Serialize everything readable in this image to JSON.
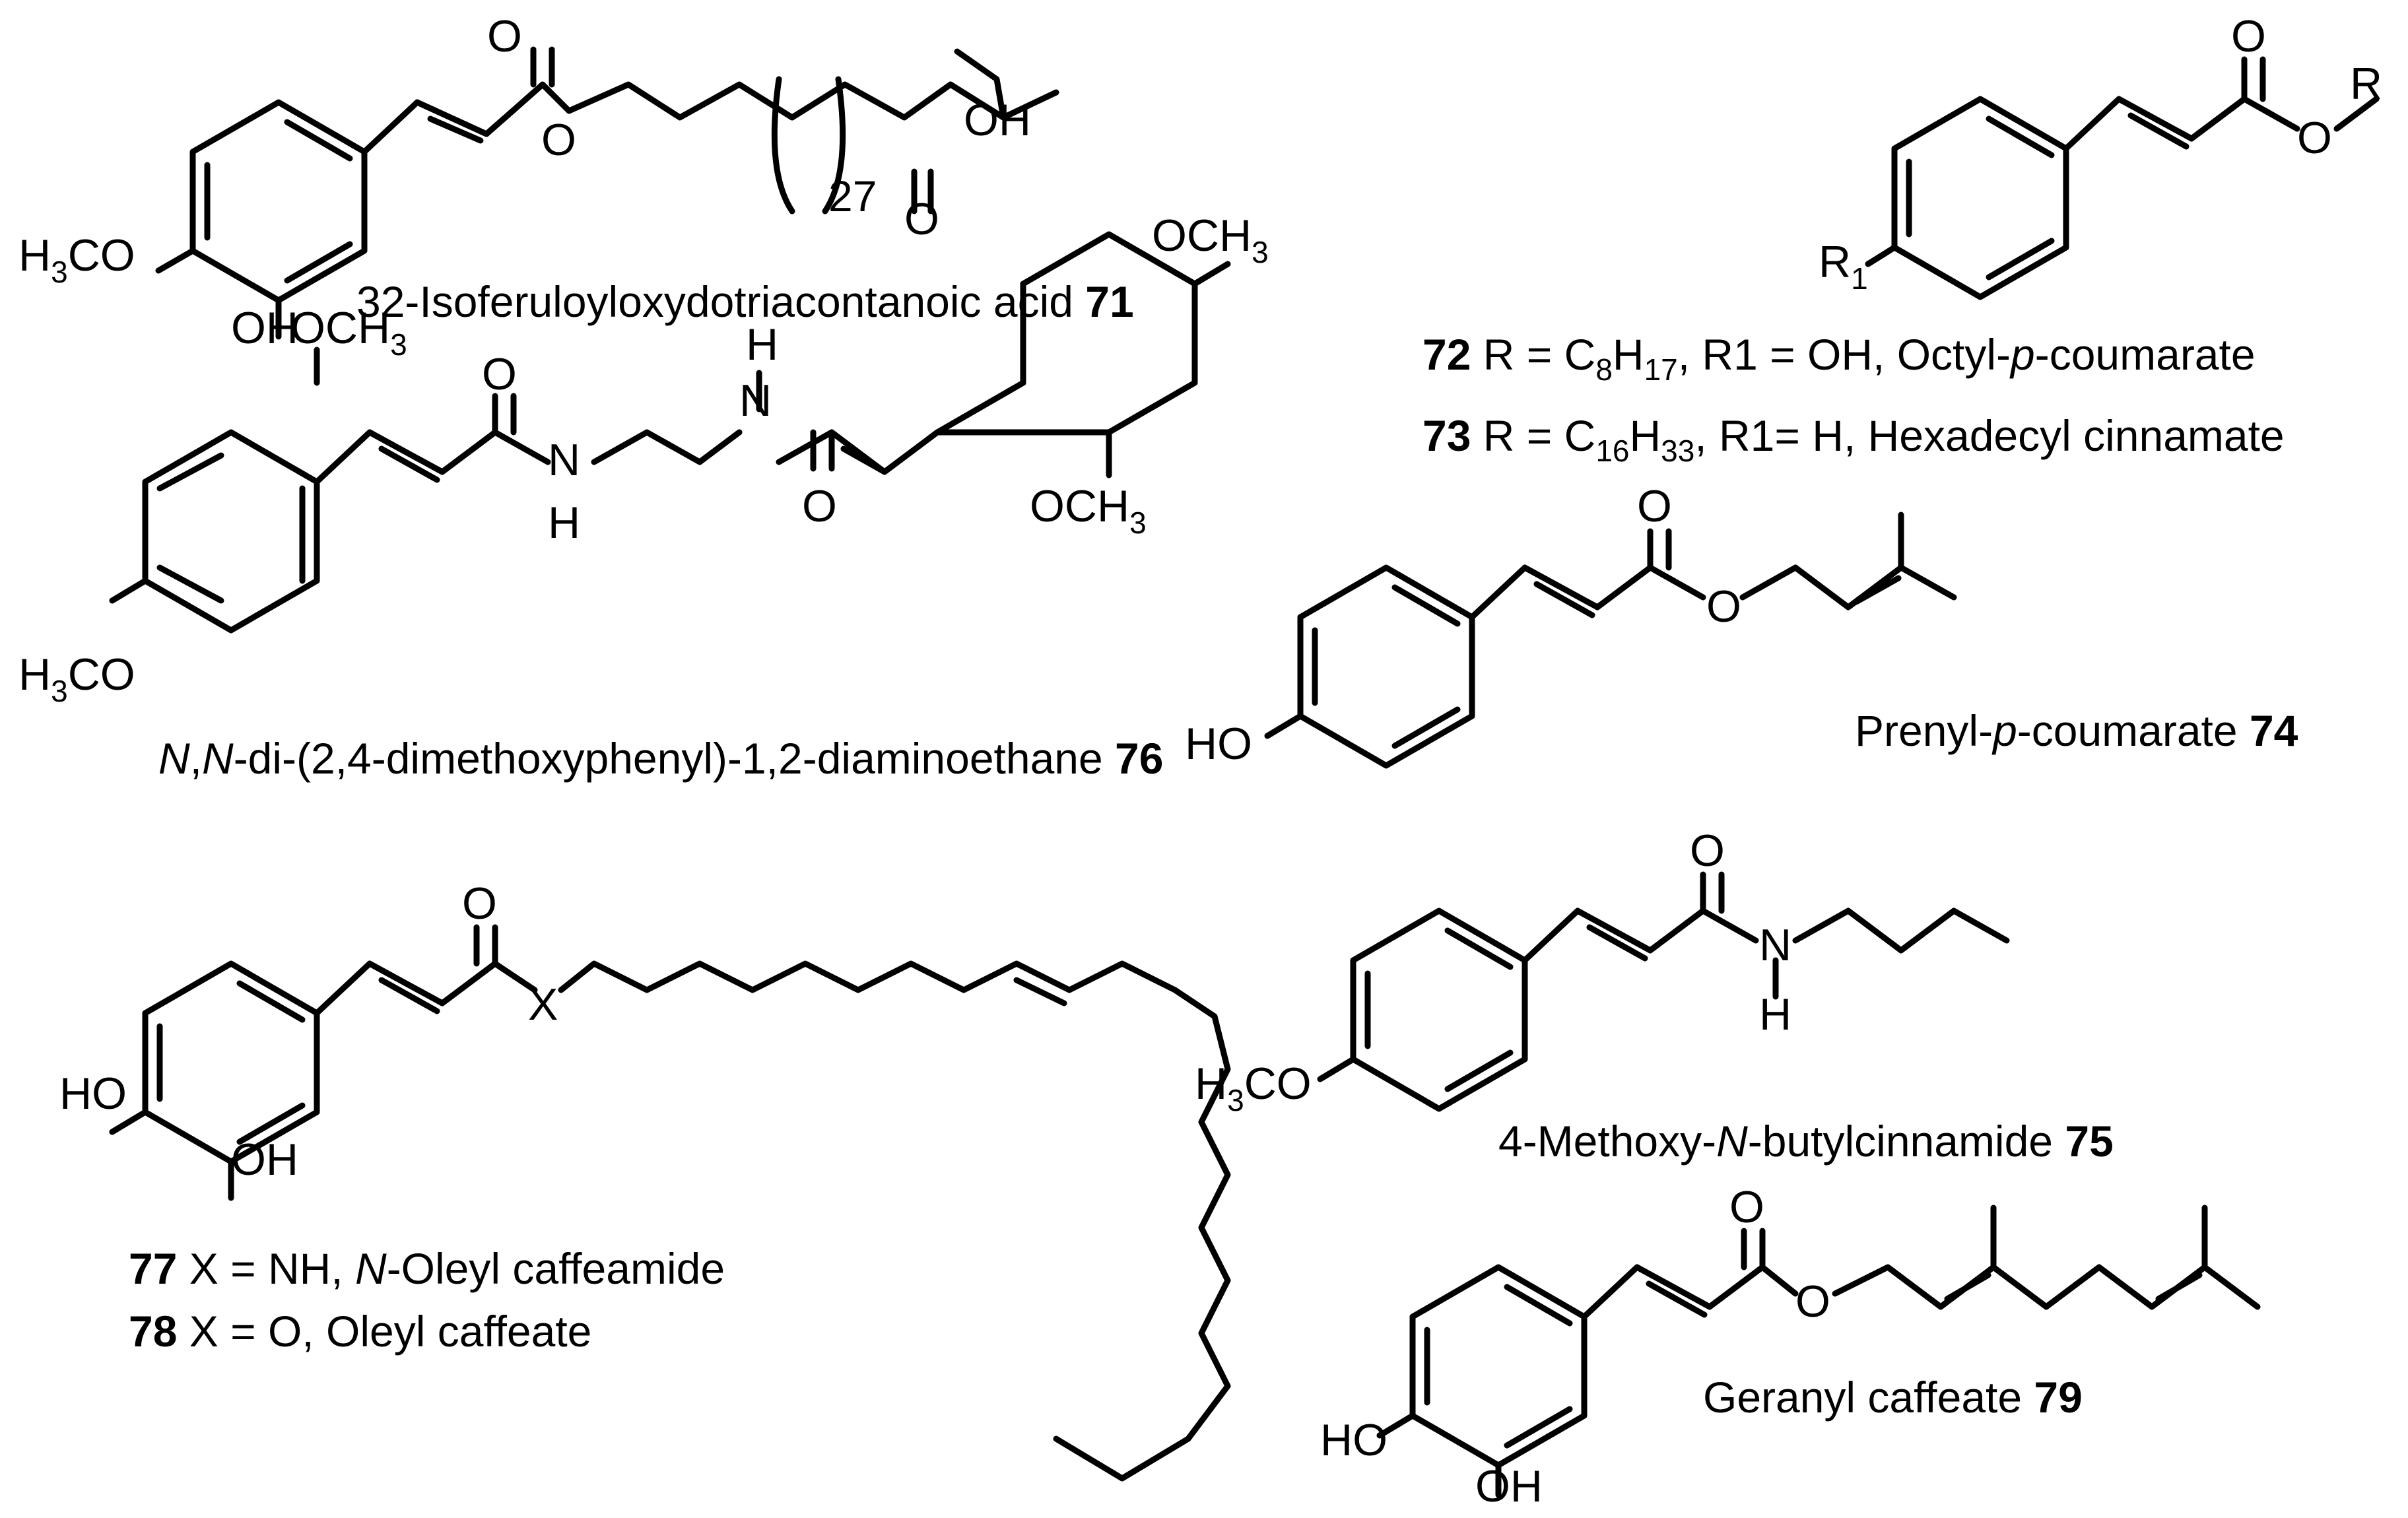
{
  "compounds": {
    "c71": {
      "number": "71",
      "name": "32-Isoferuloyloxydotriacontanoic acid",
      "repeat": "27"
    },
    "c72": {
      "number": "72",
      "r": "C",
      "r_sub1": "8",
      "r_h": "H",
      "r_sub2": "17",
      "r1": "OH",
      "name": "Octyl-",
      "name_italic": "p",
      "name_rest": "-coumarate"
    },
    "c73": {
      "number": "73",
      "r": "C",
      "r_sub1": "16",
      "r_h": "H",
      "r_sub2": "33",
      "r1": "H",
      "name": "Hexadecyl cinnamate"
    },
    "c74": {
      "prefix": "Prenyl-",
      "italic": "p",
      "rest": "-coumarate",
      "number": "74"
    },
    "c75": {
      "prefix": "4-Methoxy-",
      "italic": "N",
      "rest": "-butylcinnamide",
      "number": "75"
    },
    "c76": {
      "italic1": "N",
      "comma": ",",
      "italic2": "N",
      "rest": "-di-(2,4-dimethoxyphenyl)-1,2-diaminoethane",
      "number": "76"
    },
    "c77": {
      "number": "77",
      "x": "NH",
      "italic": "N",
      "name": "-Oleyl caffeamide"
    },
    "c78": {
      "number": "78",
      "x": "O",
      "name": "Oleyl caffeate"
    },
    "c79": {
      "name": "Geranyl caffeate",
      "number": "79"
    }
  },
  "atoms": {
    "O": "O",
    "OH": "OH",
    "HO": "HO",
    "H": "H",
    "N": "N",
    "X": "X",
    "R": "R",
    "R1": "R",
    "R1_sub": "1",
    "H3CO_H": "H",
    "H3CO_3": "3",
    "H3CO_CO": "CO",
    "OCH3_OCH": "OCH",
    "OCH3_3": "3"
  }
}
